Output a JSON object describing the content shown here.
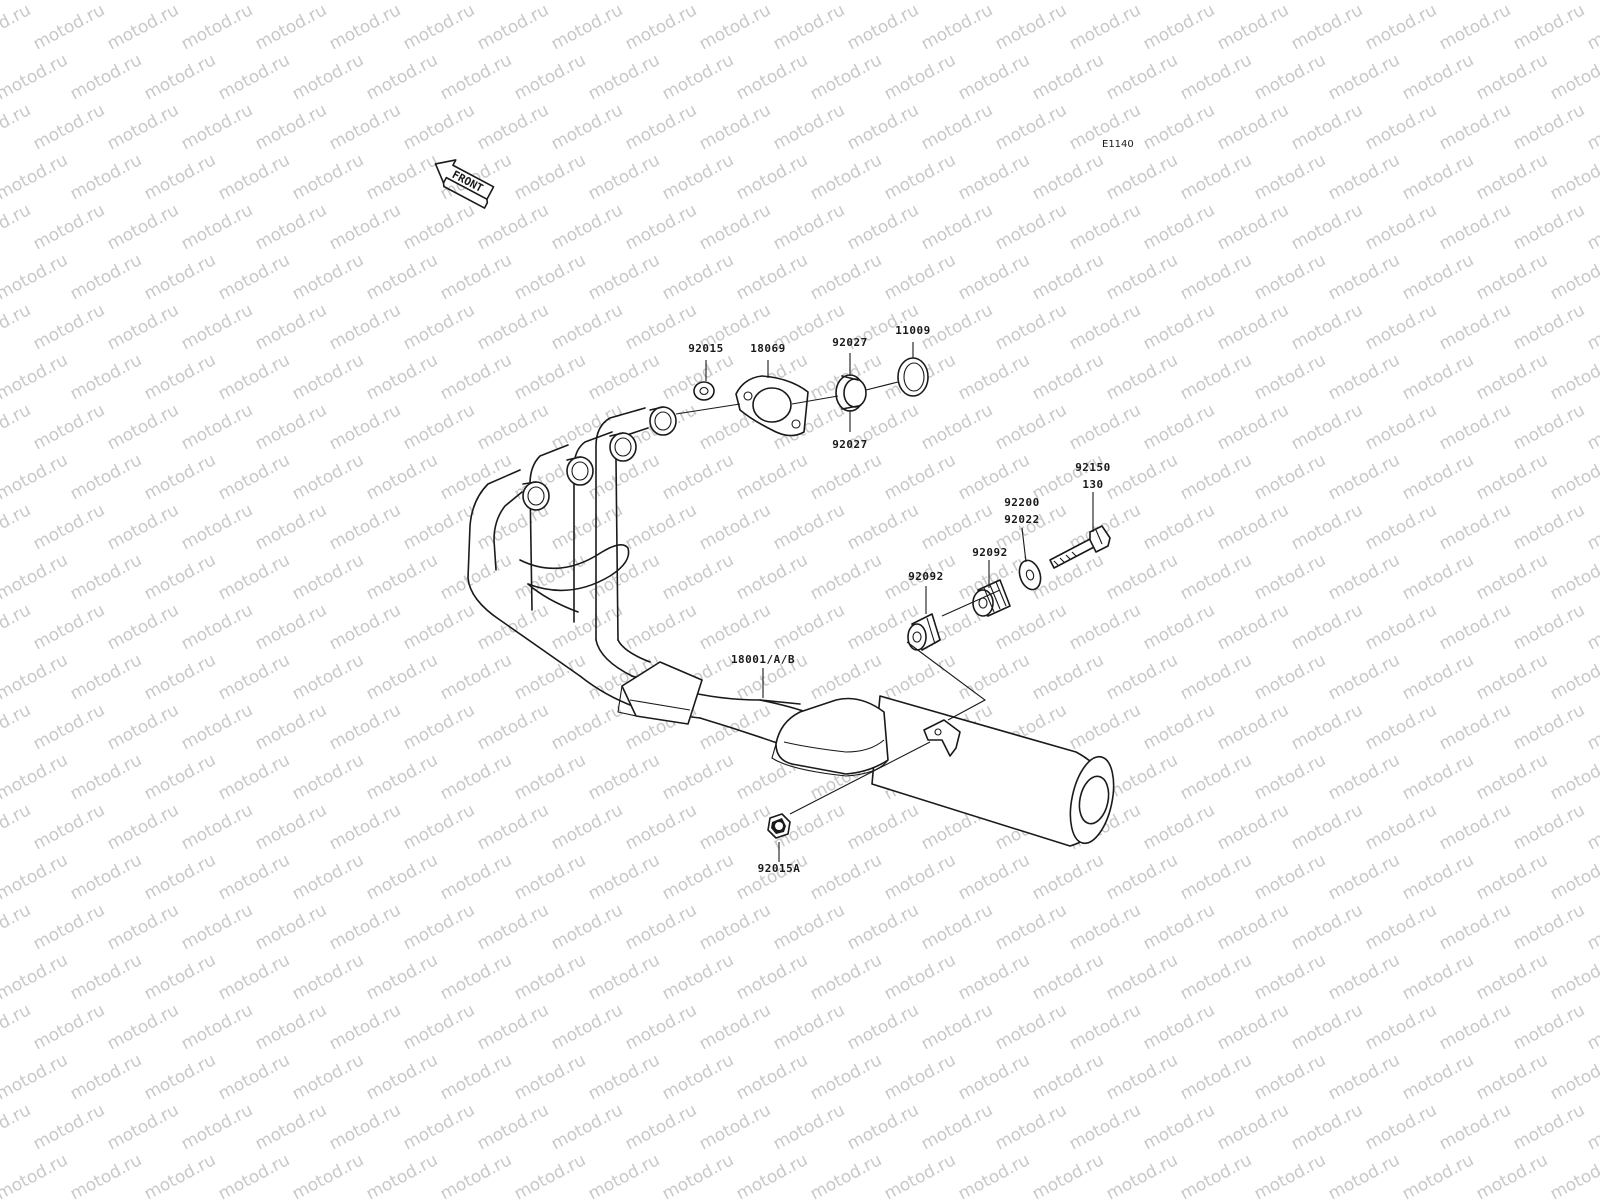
{
  "watermark": {
    "text": "motod.ru",
    "color": "#c8c8c8"
  },
  "diagram_code": "E1140",
  "front_arrow": {
    "label": "FRONT"
  },
  "callouts": [
    {
      "id": "92015",
      "text": "92015"
    },
    {
      "id": "18069",
      "text": "18069"
    },
    {
      "id": "92027-top",
      "text": "92027"
    },
    {
      "id": "11009",
      "text": "11009"
    },
    {
      "id": "92027-bottom",
      "text": "92027"
    },
    {
      "id": "92150",
      "text": "92150"
    },
    {
      "id": "130",
      "text": "130"
    },
    {
      "id": "92200",
      "text": "92200"
    },
    {
      "id": "92022",
      "text": "92022"
    },
    {
      "id": "92092-a",
      "text": "92092"
    },
    {
      "id": "92092-b",
      "text": "92092"
    },
    {
      "id": "18001",
      "text": "18001/A/B"
    },
    {
      "id": "92015A",
      "text": "92015A"
    }
  ]
}
